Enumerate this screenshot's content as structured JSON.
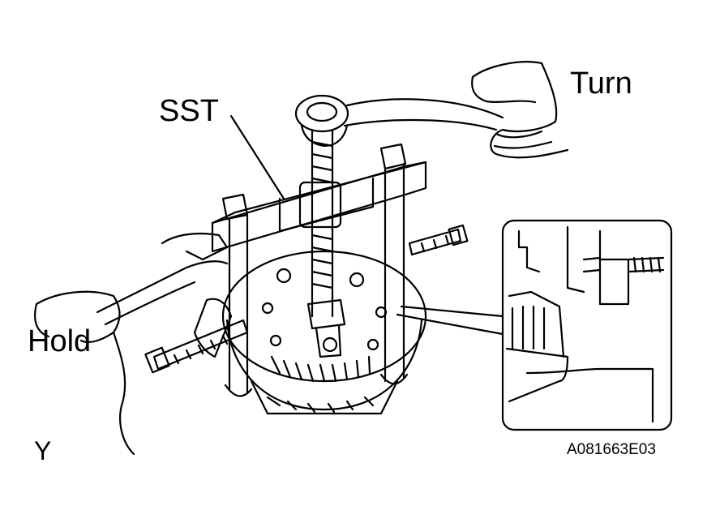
{
  "labels": {
    "turn": "Turn",
    "sst": "SST",
    "hold": "Hold",
    "corner_mark": "Y",
    "figure_code": "A081663E03"
  },
  "colors": {
    "line": "#000000",
    "background": "#ffffff"
  },
  "icons": {
    "tool": "puller-tool-icon",
    "hand": "hand-icon",
    "wrench": "wrench-icon",
    "detail": "magnified-detail-icon"
  }
}
